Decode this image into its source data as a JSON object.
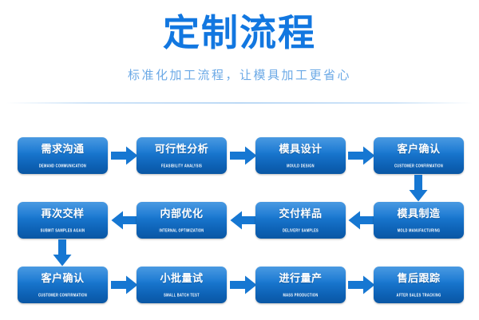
{
  "header": {
    "title": "定制流程",
    "subtitle": "标准化加工流程，让模具加工更省心",
    "title_color": "#1277e0",
    "subtitle_color": "#6ba9e6"
  },
  "theme": {
    "box_gradient_top": "#2786dc",
    "box_gradient_bottom": "#0a57a4",
    "arrow_color": "#1677d2",
    "box_text_color": "#ffffff",
    "background": "#ffffff"
  },
  "flow": {
    "rows": [
      {
        "name": "row-1",
        "direction": "right",
        "steps": [
          {
            "cn": "需求沟通",
            "en": "DEMAND COMMUNICATION"
          },
          {
            "cn": "可行性分析",
            "en": "FEASIBILITY ANALYSIS"
          },
          {
            "cn": "模具设计",
            "en": "MOULD DESIGN"
          },
          {
            "cn": "客户确认",
            "en": "CUSTOMER CONFIRMATION"
          }
        ]
      },
      {
        "name": "row-2",
        "direction": "left",
        "steps": [
          {
            "cn": "再次交样",
            "en": "SUBMIT SAMPLES AGAIN"
          },
          {
            "cn": "内部优化",
            "en": "INTERNAL OPTIMIZATION"
          },
          {
            "cn": "交付样品",
            "en": "DELIVERY SAMPLES"
          },
          {
            "cn": "模具制造",
            "en": "MOLD MANUFACTURING"
          }
        ]
      },
      {
        "name": "row-3",
        "direction": "right",
        "steps": [
          {
            "cn": "客户确认",
            "en": "CUSTOMER CONFIRMATION"
          },
          {
            "cn": "小批量试",
            "en": "SMALL BATCH TEST"
          },
          {
            "cn": "进行量产",
            "en": "MASS PRODUCTION"
          },
          {
            "cn": "售后跟踪",
            "en": "AFTER SALES TRACKING"
          }
        ]
      }
    ],
    "connectors": [
      {
        "name": "down-arrow-right",
        "from": "row-1-step-4",
        "to": "row-2-step-4",
        "direction": "down"
      },
      {
        "name": "down-arrow-left",
        "from": "row-2-step-1",
        "to": "row-3-step-1",
        "direction": "down"
      }
    ]
  }
}
